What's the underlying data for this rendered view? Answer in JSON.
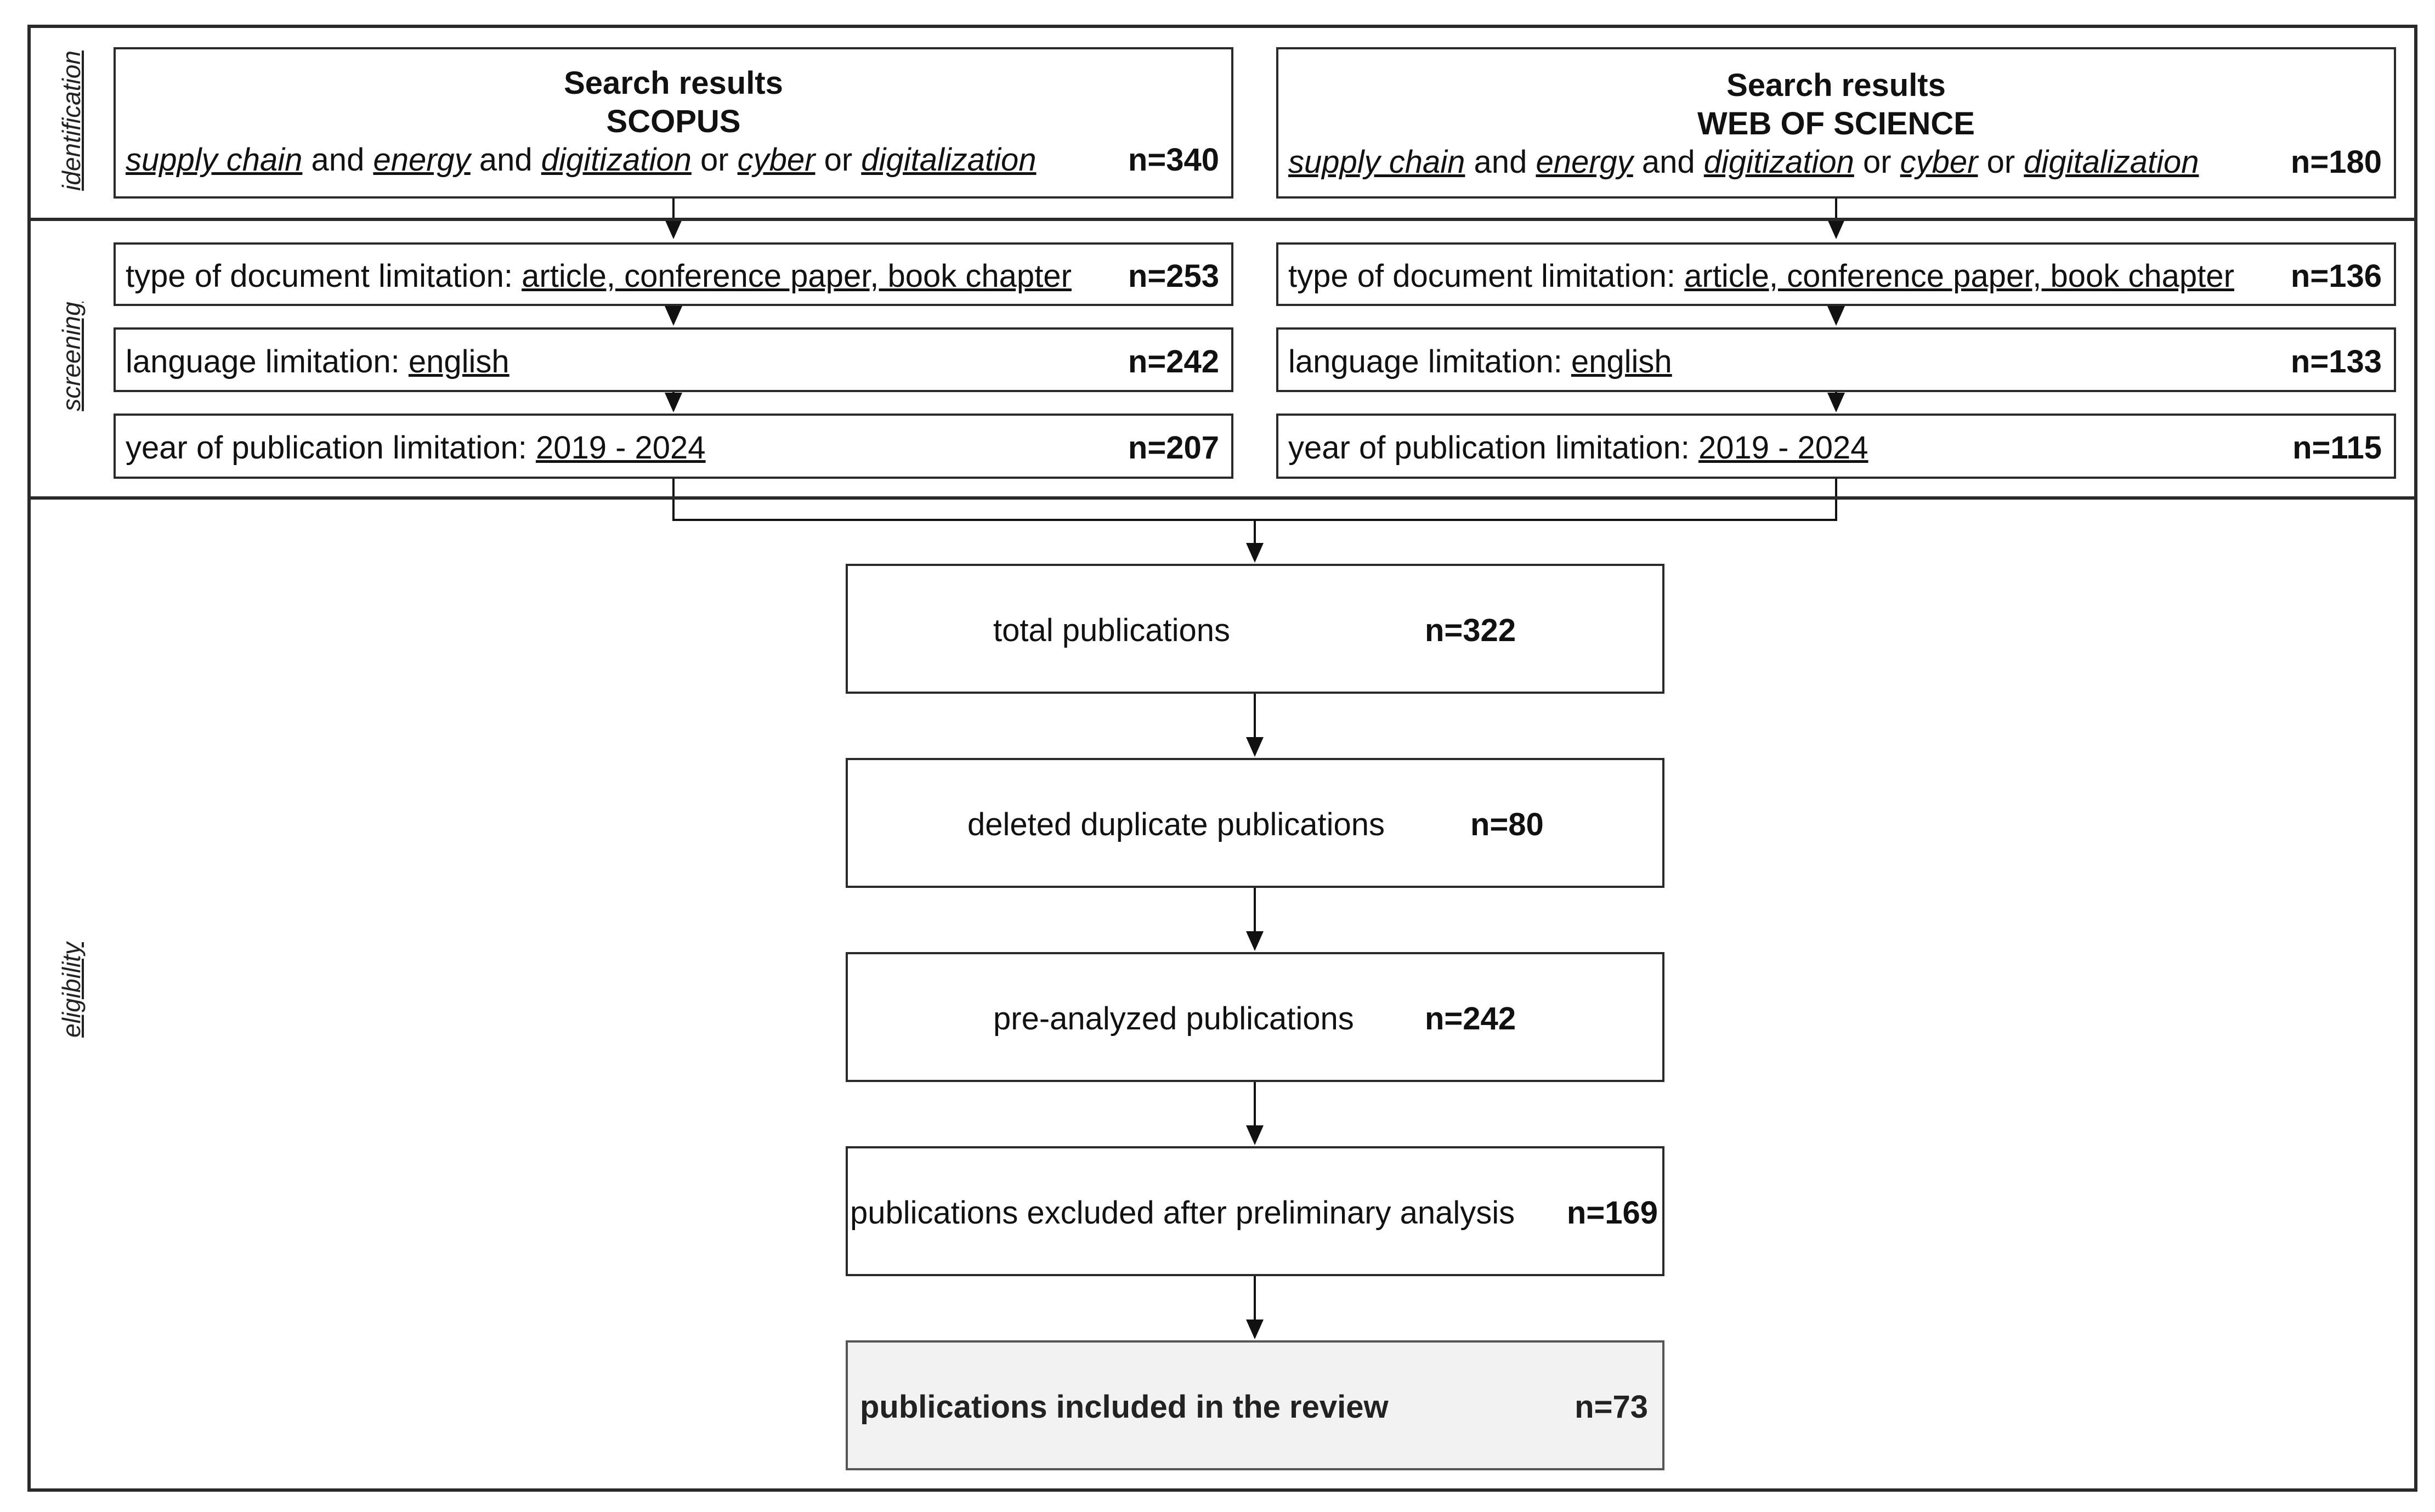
{
  "phases": {
    "identification": "identification",
    "screening": "screening",
    "eligibility": "eligibility"
  },
  "sources": [
    {
      "title_line1": "Search results",
      "title_line2": "SCOPUS",
      "query": {
        "kw1": "supply chain",
        "and1": " and ",
        "kw2": "energy",
        "and2": " and ",
        "kw3": "digitization",
        "or1": " or ",
        "kw4": "cyber",
        "or2": " or ",
        "kw5": "digitalization"
      },
      "n": "n=340",
      "rows": [
        {
          "prefix": "type of document limitation: ",
          "value": "article, conference paper, book chapter",
          "n": "n=253"
        },
        {
          "prefix": "language limitation: ",
          "value": "english",
          "n": "n=242"
        },
        {
          "prefix": "year of publication limitation: ",
          "value": "2019 - 2024",
          "n": "n=207"
        }
      ]
    },
    {
      "title_line1": "Search results",
      "title_line2": "WEB OF SCIENCE",
      "query": {
        "kw1": "supply chain",
        "and1": " and ",
        "kw2": "energy",
        "and2": " and ",
        "kw3": "digitization",
        "or1": " or ",
        "kw4": "cyber",
        "or2": " or ",
        "kw5": "digitalization"
      },
      "n": "n=180",
      "rows": [
        {
          "prefix": "type of document limitation: ",
          "value": "article, conference paper, book chapter",
          "n": "n=136"
        },
        {
          "prefix": "language limitation: ",
          "value": "english",
          "n": "n=133"
        },
        {
          "prefix": "year of publication limitation: ",
          "value": "2019 - 2024",
          "n": "n=115"
        }
      ]
    }
  ],
  "flow": [
    {
      "label": "total publications",
      "n": "n=322"
    },
    {
      "label": "deleted duplicate publications",
      "n": "n=80"
    },
    {
      "label": "pre-analyzed publications",
      "n": "n=242"
    },
    {
      "label": "publications excluded after preliminary analysis",
      "n": "n=169"
    },
    {
      "label": "publications included in the review",
      "n": "n=73"
    }
  ],
  "colors": {
    "border": "#2a2a2a",
    "final_box_fill": "#f2f2f2",
    "text": "#111111"
  }
}
